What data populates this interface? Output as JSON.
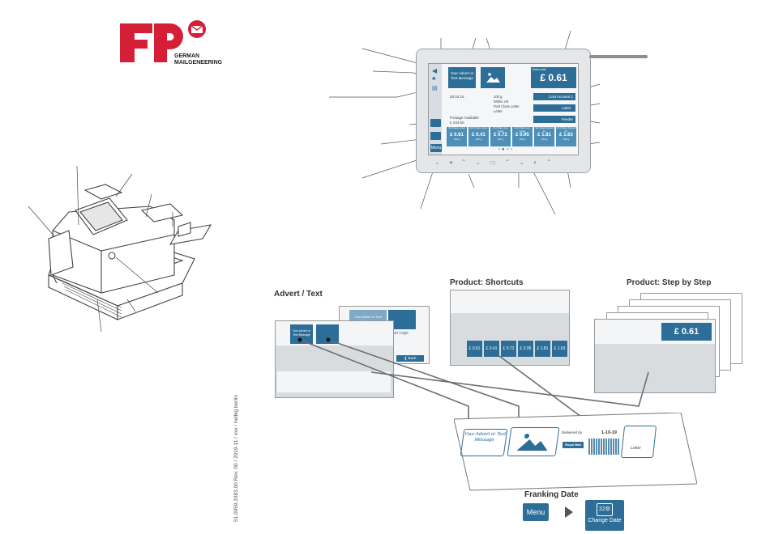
{
  "logo": {
    "line1": "GERMAN",
    "line2": "MAILGENEERING"
  },
  "doc_id": "51.0059.3383.00 Rev. 00 / 2019-11 / xxx / helbig berlin",
  "screen": {
    "advert": "Your Advert or Text Message",
    "balance_label": "Select rate",
    "amount": "£ 0.61",
    "date": "28.10.19",
    "postage_available": "Postage Available",
    "postage_amount": "£ 234.50",
    "weight_info": [
      "100 g",
      "Within UK",
      "First Class Letter",
      "Letter"
    ],
    "buttons": [
      {
        "label": "Cost Account 1"
      },
      {
        "label": "Label"
      },
      {
        "label": "Feeder"
      }
    ],
    "menu": "Menu",
    "shortcuts": [
      {
        "name": "1st Class Letter",
        "price": "£ 0.61",
        "weight": "100 g"
      },
      {
        "name": "2nd Class Letter",
        "price": "£ 0.41",
        "weight": "100 g"
      },
      {
        "name": "2nd Class Lrg. Letter",
        "price": "£ 0.72",
        "weight": "100 g"
      },
      {
        "name": "2nd Class Lrg. Letter",
        "price": "£ 0.95",
        "weight": "100 g"
      },
      {
        "name": "1st Class Signed for",
        "price": "£ 1.81",
        "weight": "100 g"
      },
      {
        "name": "2nd Class Signed for",
        "price": "£ 1.63",
        "weight": "100 g"
      }
    ]
  },
  "sections": {
    "advert": "Advert / Text",
    "shortcuts": "Product: Shortcuts",
    "step": "Product: Step by Step"
  },
  "thumb": {
    "advert": "Your Advert or Text Message",
    "back": "Back",
    "your_logo": "Your Logo",
    "amount": "£ 0.61"
  },
  "franking": {
    "advert": "Your Advert or Text Message",
    "delivered_by": "Delivered by",
    "royal_mail": "Royal Mail",
    "date": "1-10-19",
    "letter": "Letter"
  },
  "franking_date": {
    "heading": "Franking Date",
    "menu": "Menu",
    "change": "Change Date"
  },
  "colors": {
    "brand_red": "#d51f36",
    "screen_blue": "#2d6e98"
  }
}
